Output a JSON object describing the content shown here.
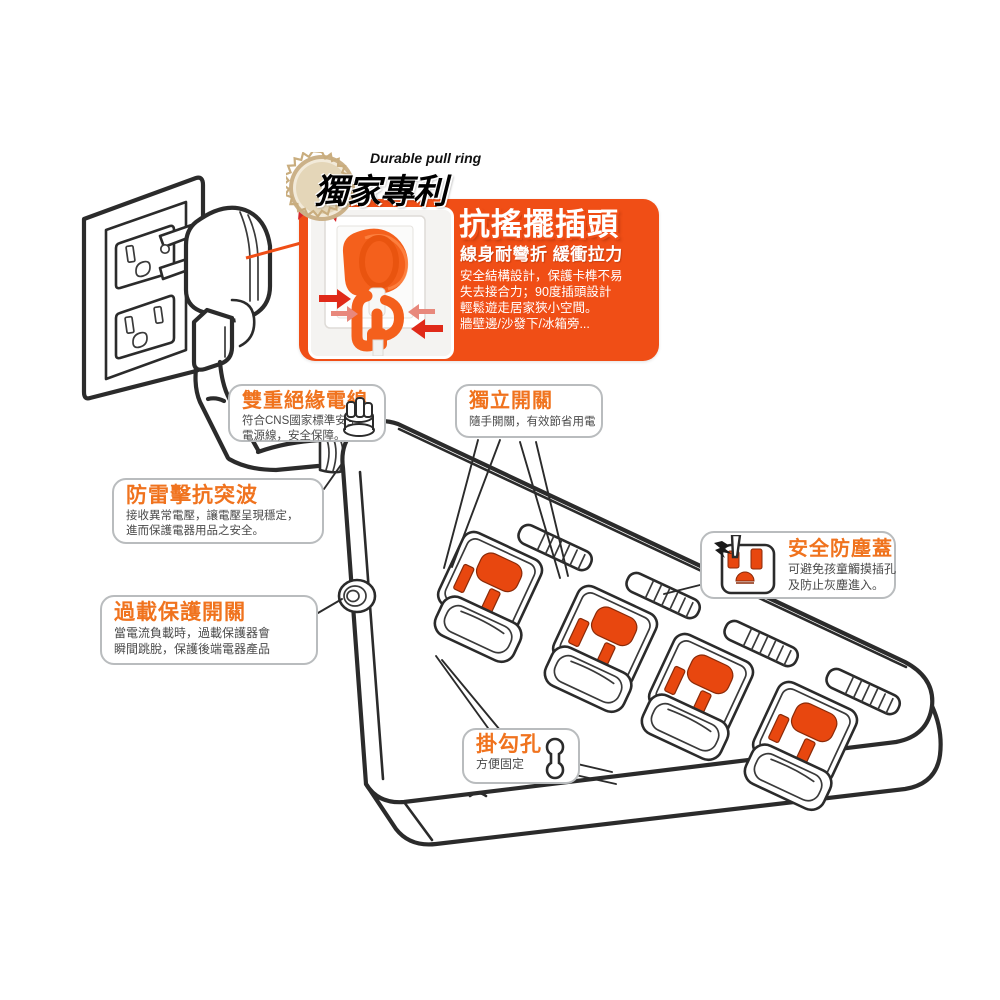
{
  "meta": {
    "background_color": "#ffffff",
    "accent_orange": "#F04E16",
    "heading_orange": "#F0731E",
    "body_gray": "#4a4a4a",
    "line_art_color": "#2b2b2b",
    "socket_hole_orange": "#E8470F"
  },
  "badge": {
    "english_label": "Durable pull ring",
    "seal_text": "獨家專利",
    "seal_color": "#d9c49a",
    "ribbon_color": "#d8272a"
  },
  "panel": {
    "headline": "抗搖擺插頭",
    "subhead": "線身耐彎折 緩衝拉力",
    "body_lines": [
      "安全結構設計，保護卡榫不易",
      "失去接合力；90度插頭設計",
      "輕鬆遊走居家狹小空間。",
      "牆壁邊/沙發下/冰箱旁..."
    ],
    "photo_caption": "orange-90-degree-plug-with-pull-ring-in-wall-outlet",
    "arrow_color": "#e02a19"
  },
  "callouts": [
    {
      "id": "cable",
      "title": "雙重絕緣電線",
      "lines": [
        "符合CNS國家標準安全",
        "電源線，安全保障。"
      ],
      "icon": "cable-cross-section-icon"
    },
    {
      "id": "surge",
      "title": "防雷擊抗突波",
      "lines": [
        "接收異常電壓，讓電壓呈現穩定，",
        "進而保護電器用品之安全。"
      ],
      "icon": ""
    },
    {
      "id": "overload",
      "title": "過載保護開關",
      "lines": [
        "當電流負載時，過載保護器會",
        "瞬間跳脫，保護後端電器產品"
      ],
      "icon": ""
    },
    {
      "id": "switch",
      "title": "獨立開關",
      "lines": [
        "隨手開關，有效節省用電"
      ],
      "icon": ""
    },
    {
      "id": "dust",
      "title": "安全防塵蓋",
      "lines": [
        "可避免孩童觸摸插孔",
        "及防止灰塵進入。"
      ],
      "icon": "socket-with-prong-and-spark-icon"
    },
    {
      "id": "hook",
      "title": "掛勾孔",
      "lines": [
        "方便固定"
      ],
      "icon": "keyhole-slot-icon"
    }
  ],
  "product": {
    "name": "power-strip-4-outlet-with-individual-switches",
    "outlet_count": 4,
    "switch_count": 4,
    "wall_outlet": "duplex-wall-receptacle-with-angled-plug",
    "overload_button": "overload-reset-button"
  }
}
